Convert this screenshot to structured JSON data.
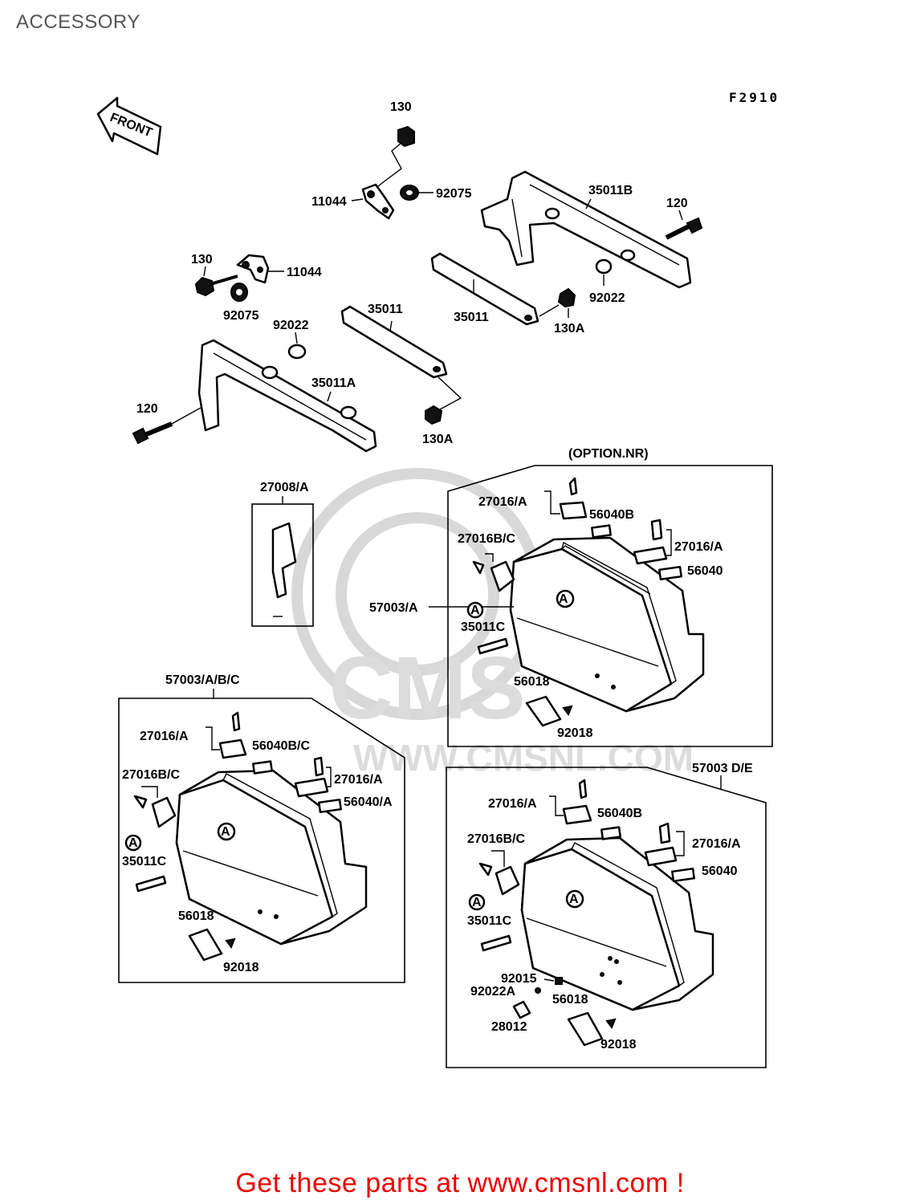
{
  "title": "ACCESSORY",
  "figure_code": "F2910",
  "footer": "Get these parts at www.cmsnl.com !",
  "watermark": {
    "text": "WWW.CMSNL.COM",
    "logo": "CMS"
  },
  "front_arrow": "FRONT",
  "colors": {
    "footer": "#e00000",
    "title": "#555555",
    "watermark": "#d8d8d8"
  },
  "labels": {
    "p130_top": "130",
    "p11044_top": "11044",
    "p92075_top": "92075",
    "p35011B": "35011B",
    "p120_right": "120",
    "p130_left": "130",
    "p11044_left": "11044",
    "p92075_left": "92075",
    "p92022_right": "92022",
    "p35011_right": "35011",
    "p130A_right": "130A",
    "p35011_mid": "35011",
    "p92022_left": "92022",
    "p35011A": "35011A",
    "p120_left": "120",
    "p130A_left": "130A",
    "p27008": "27008/A",
    "option_nr": "(OPTION.NR)",
    "r_27016A_1": "27016/A",
    "r_56040B": "56040B",
    "r_27016BC": "27016B/C",
    "r_27016A_2": "27016/A",
    "r_56040": "56040",
    "r_57003A": "57003/A",
    "r_A_1": "A",
    "r_A_2": "A",
    "r_35011C": "35011C",
    "r_56018": "56018",
    "r_92018": "92018",
    "l_57003ABC": "57003/A/B/C",
    "l_27016A_1": "27016/A",
    "l_56040BC": "56040B/C",
    "l_27016BC": "27016B/C",
    "l_27016A_2": "27016/A",
    "l_56040A": "56040/A",
    "l_A_1": "A",
    "l_A_2": "A",
    "l_35011C": "35011C",
    "l_56018": "56018",
    "l_92018": "92018",
    "b_57003DE": "57003 D/E",
    "b_27016A_1": "27016/A",
    "b_56040B": "56040B",
    "b_27016BC": "27016B/C",
    "b_27016A_2": "27016/A",
    "b_56040": "56040",
    "b_A_1": "A",
    "b_A_2": "A",
    "b_35011C": "35011C",
    "b_92015": "92015",
    "b_92022A": "92022A",
    "b_56018": "56018",
    "b_28012": "28012",
    "b_92018": "92018"
  }
}
